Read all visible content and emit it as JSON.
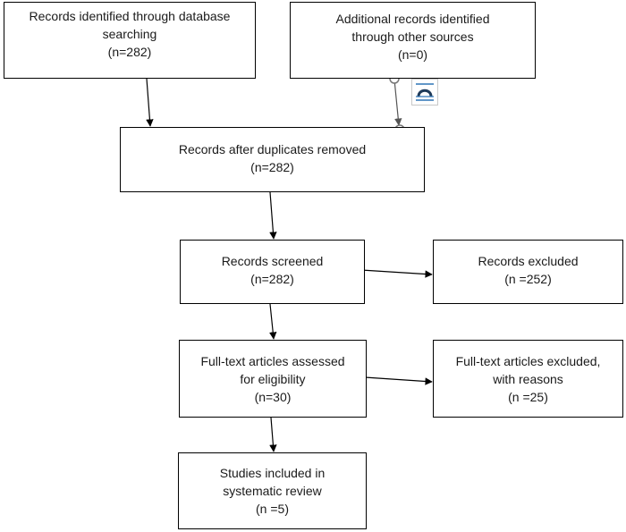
{
  "boxes": {
    "identification_database": {
      "lines": [
        "Records identified through database",
        "searching",
        "(n=282)"
      ]
    },
    "identification_other": {
      "lines": [
        "Additional records identified",
        "through other sources",
        "(n=0)"
      ]
    },
    "duplicates_removed": {
      "lines": [
        "Records after duplicates removed",
        "(n=282)"
      ]
    },
    "screened": {
      "lines": [
        "Records screened",
        "(n=282)"
      ]
    },
    "excluded": {
      "lines": [
        "Records excluded",
        "(n =252)"
      ]
    },
    "fulltext_assessed": {
      "lines": [
        "Full-text articles assessed",
        "for eligibility",
        "(n=30)"
      ]
    },
    "fulltext_excluded": {
      "lines": [
        "Full-text articles excluded,",
        "with reasons",
        "(n =25)"
      ]
    },
    "included": {
      "lines": [
        "Studies included in",
        "systematic review",
        "(n =5)"
      ]
    }
  },
  "icons": {
    "layout_options": "layout-options-icon",
    "connector_handles": "resize-handle-icon"
  },
  "colors": {
    "border": "#000000",
    "arrow": "#000000",
    "connector": "#555555",
    "icon_accent": "#2e75b6"
  }
}
